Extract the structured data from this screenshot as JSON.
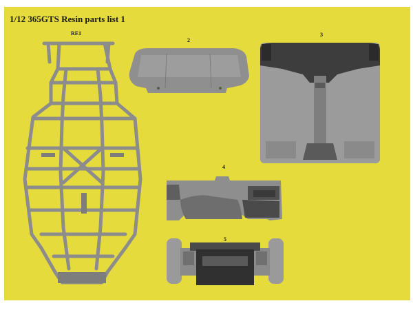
{
  "title": "1/12 365GTS Resin parts list 1",
  "parts": [
    {
      "label": "RE1",
      "icon": "chassis-frame-icon"
    },
    {
      "label": "2",
      "icon": "rear-panel-icon"
    },
    {
      "label": "3",
      "icon": "floor-pan-icon"
    },
    {
      "label": "4",
      "icon": "bulkhead-icon"
    },
    {
      "label": "5",
      "icon": "rear-floor-icon"
    }
  ],
  "colors": {
    "background": "#e6db3c",
    "part_grey": "#9a9a9a",
    "part_dark": "#3a3a3a"
  }
}
